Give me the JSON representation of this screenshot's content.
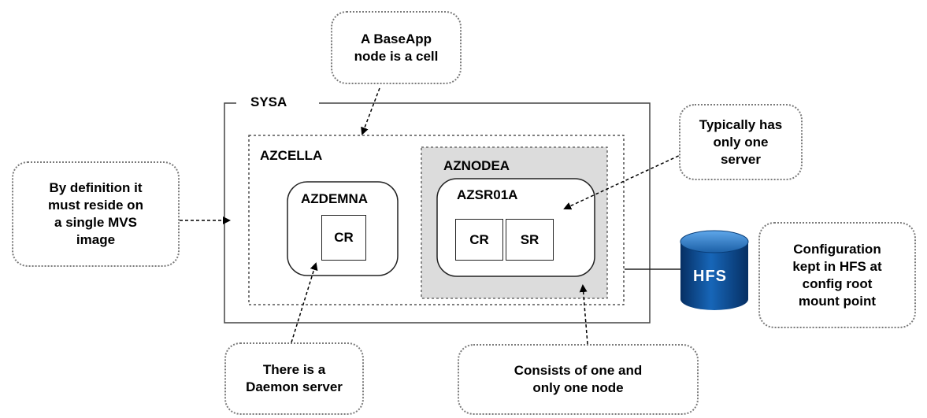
{
  "system": {
    "label": "SYSA"
  },
  "cell": {
    "label": "AZCELLA"
  },
  "node": {
    "label": "AZNODEA"
  },
  "daemon": {
    "label": "AZDEMNA",
    "component": "CR"
  },
  "server": {
    "label": "AZSR01A",
    "components": [
      "CR",
      "SR"
    ]
  },
  "storage": {
    "label": "HFS"
  },
  "callouts": {
    "baseapp": [
      "A BaseApp",
      "node is a cell"
    ],
    "typically": [
      "Typically has",
      "only one",
      "server"
    ],
    "definition": [
      "By definition it",
      "must reside on",
      "a single MVS",
      "image"
    ],
    "config": [
      "Configuration",
      "kept in HFS at",
      "config root",
      "mount point"
    ],
    "daemon": [
      "There is a",
      "Daemon server"
    ],
    "consists": [
      "Consists of one and",
      "only one node"
    ]
  },
  "colors": {
    "node_fill": "#dcdcdc",
    "cylinder_blue": "#0a4a8c",
    "callout_border": "#7a7a7a"
  }
}
